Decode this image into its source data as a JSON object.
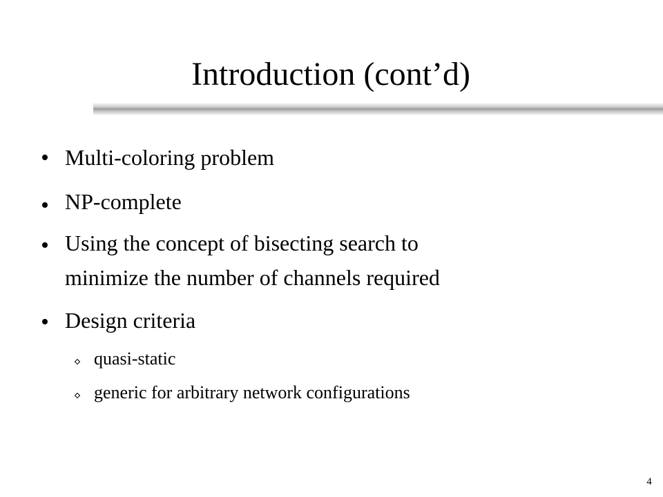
{
  "slide": {
    "title": "Introduction (cont’d)",
    "bullets": [
      {
        "text": "Multi-coloring problem"
      },
      {
        "text": "NP-complete"
      },
      {
        "text": "Using the concept of bisecting search to"
      },
      {
        "text": "minimize the number of channels required"
      },
      {
        "text": "Design criteria"
      }
    ],
    "sub_bullets": [
      {
        "text": "quasi-static"
      },
      {
        "text": "generic for arbitrary network configurations"
      }
    ],
    "page_number": "4"
  }
}
